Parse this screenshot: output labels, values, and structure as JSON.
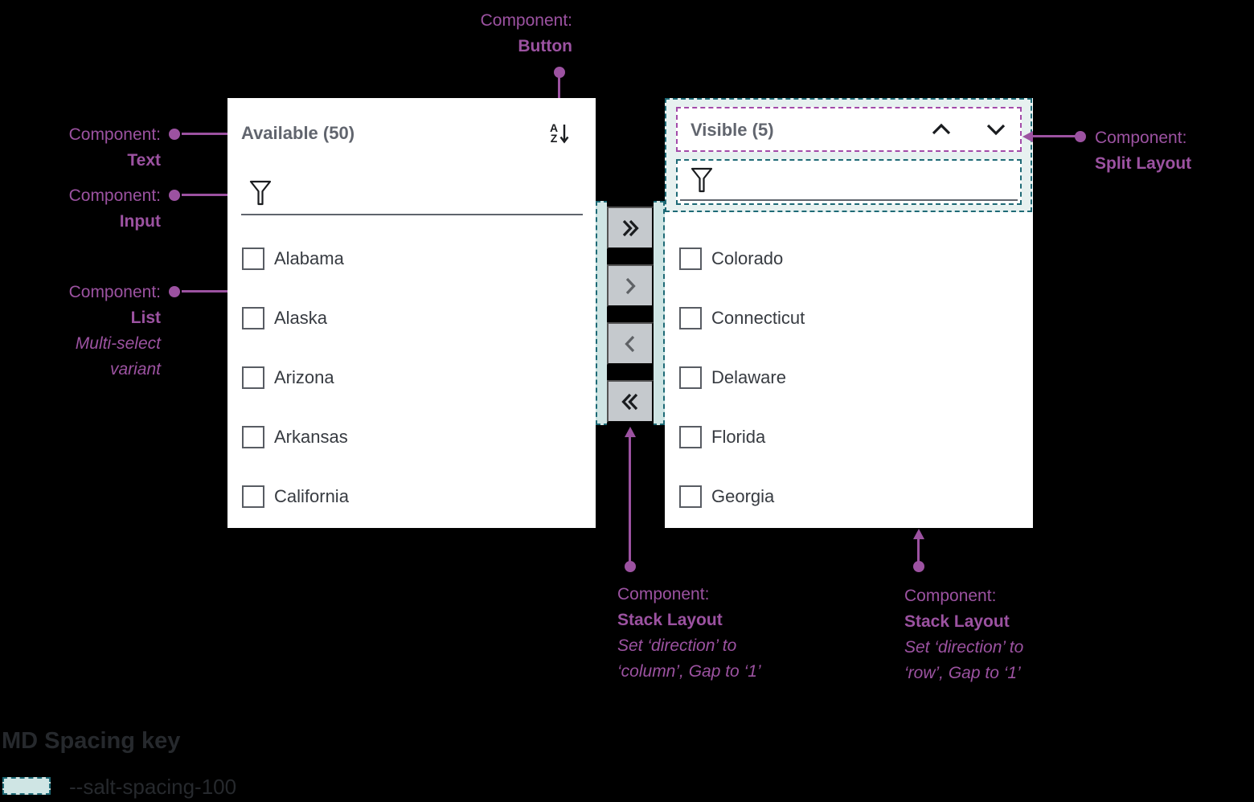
{
  "annotations": {
    "button": {
      "prefix": "Component:",
      "name": "Button"
    },
    "text": {
      "prefix": "Component:",
      "name": "Text"
    },
    "input": {
      "prefix": "Component:",
      "name": "Input"
    },
    "list": {
      "prefix": "Component:",
      "name": "List",
      "variant1": "Multi-select",
      "variant2": "variant"
    },
    "split_layout": {
      "prefix": "Component:",
      "name": "Split Layout"
    },
    "stack_layout_column": {
      "prefix": "Component:",
      "name": "Stack Layout",
      "detail1": "Set ‘direction’ to",
      "detail2": "‘column’, Gap to ‘1’"
    },
    "stack_layout_row": {
      "prefix": "Component:",
      "name": "Stack Layout",
      "detail1": "Set ‘direction’ to",
      "detail2": "‘row’, Gap to ‘1’"
    }
  },
  "available_list": {
    "title": "Available (50)",
    "sort_icon": "sort-az-descending-icon",
    "filter_icon": "filter-icon",
    "filter_value": "",
    "items": [
      "Alabama",
      "Alaska",
      "Arizona",
      "Arkansas",
      "California"
    ]
  },
  "visible_list": {
    "title": "Visible (5)",
    "reorder_icons": [
      "chevron-up-icon",
      "chevron-down-icon"
    ],
    "filter_icon": "filter-icon",
    "filter_value": "",
    "items": [
      "Colorado",
      "Connecticut",
      "Delaware",
      "Florida",
      "Georgia"
    ]
  },
  "transfer_buttons": [
    {
      "icon": "double-chevron-right-icon",
      "action": "move-all-right"
    },
    {
      "icon": "chevron-right-icon",
      "action": "move-selected-right"
    },
    {
      "icon": "chevron-left-icon",
      "action": "move-selected-left"
    },
    {
      "icon": "double-chevron-left-icon",
      "action": "move-all-left"
    }
  ],
  "spacing_key": {
    "heading": "MD Spacing key",
    "token": "--salt-spacing-100"
  },
  "colors": {
    "annotation_purple": "#9C52A1",
    "purple_dashed_border": "#A34BA9",
    "teal_border": "#1E6A76",
    "teal_fill": "#CFE5E4",
    "teal_fill_light": "#E7F1F0",
    "panel_background": "#FFFFFF",
    "page_background": "#000000",
    "header_text": "#61656E",
    "item_text": "#373B41",
    "transfer_button_background": "#C5C9CD",
    "icon_dark": "#1A1C1F",
    "icon_gray": "#5F6266",
    "key_text": "#26292D"
  }
}
